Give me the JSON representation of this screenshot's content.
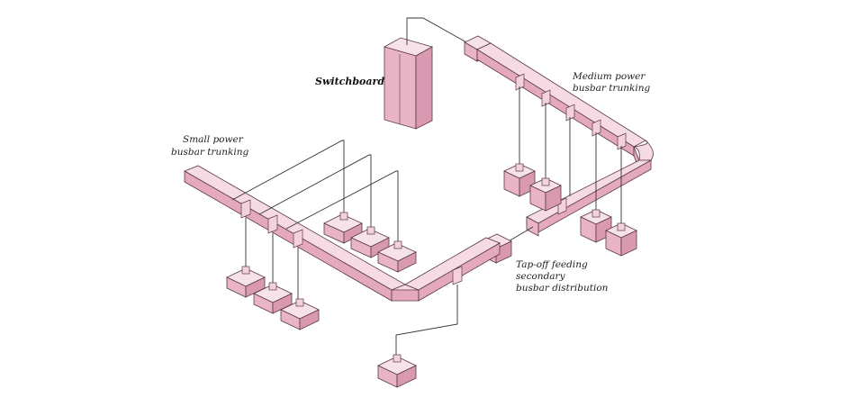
{
  "labels": {
    "switchboard": "Switchboard",
    "small_power_line1": "Small power",
    "small_power_line2": "busbar trunking",
    "medium_power_line1": "Medium power",
    "medium_power_line2": "busbar trunking",
    "tapoff_line1": "Tap-off feeding",
    "tapoff_line2": "secondary",
    "tapoff_line3": "busbar distribution"
  },
  "colors": {
    "busbar_fill": "#f6dbe5",
    "busbar_side": "#e5a9bf",
    "outline": "#5a3a44"
  }
}
